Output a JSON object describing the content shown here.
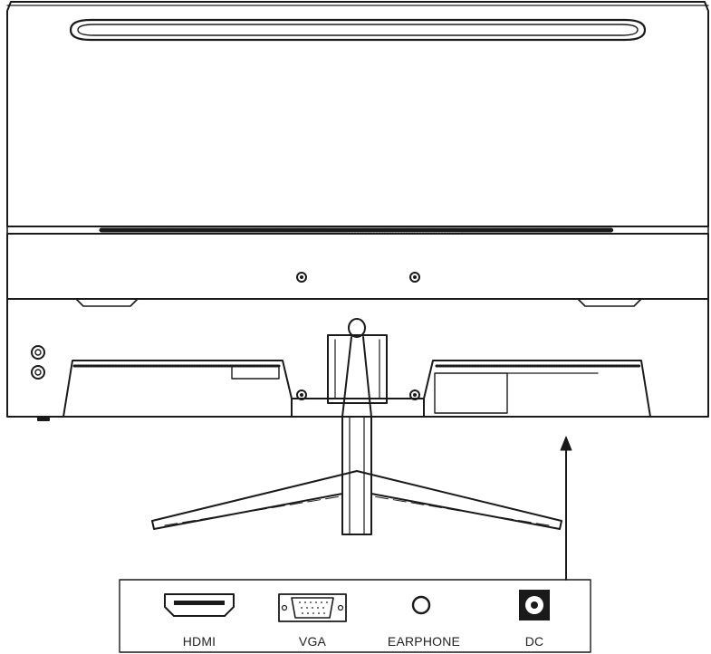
{
  "ports": [
    {
      "label": "HDMI",
      "icon": "hdmi-port-icon"
    },
    {
      "label": "VGA",
      "icon": "vga-port-icon"
    },
    {
      "label": "EARPHONE",
      "icon": "earphone-jack-icon"
    },
    {
      "label": "DC",
      "icon": "dc-power-jack-icon"
    }
  ],
  "colors": {
    "line": "#1a1a1a",
    "background": "#ffffff"
  }
}
